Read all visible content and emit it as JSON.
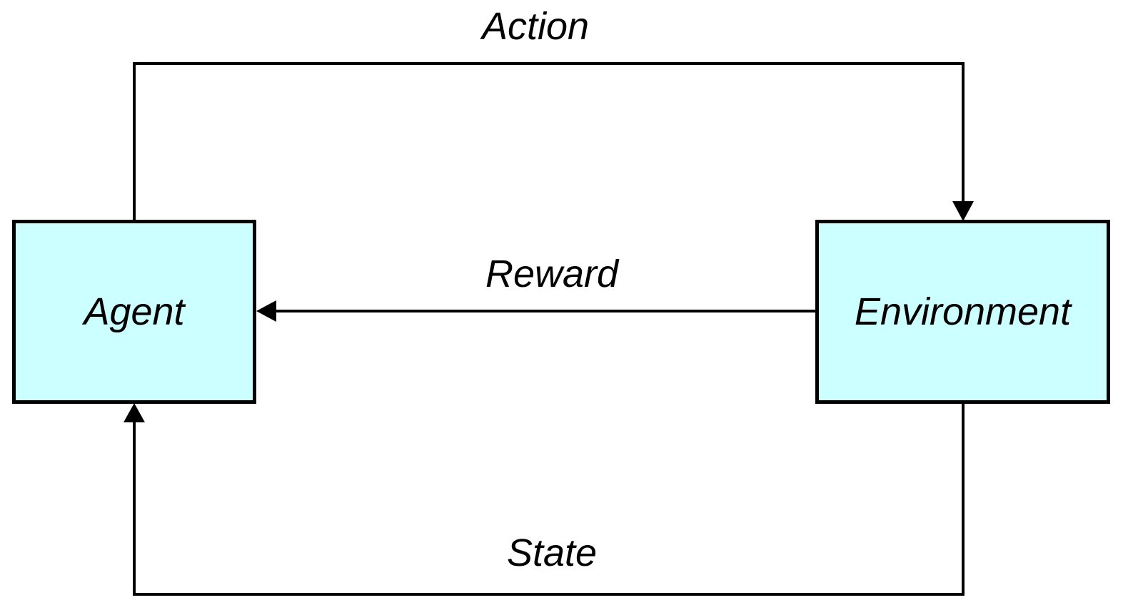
{
  "nodes": {
    "agent": {
      "label": "Agent"
    },
    "environment": {
      "label": "Environment"
    }
  },
  "edges": {
    "action": {
      "label": "Action",
      "from": "Agent",
      "to": "Environment"
    },
    "reward": {
      "label": "Reward",
      "from": "Environment",
      "to": "Agent"
    },
    "state": {
      "label": "State",
      "from": "Environment",
      "to": "Agent"
    }
  },
  "colors": {
    "box_fill": "#ccffff",
    "stroke": "#000000",
    "text": "#000000",
    "background": "#ffffff"
  }
}
